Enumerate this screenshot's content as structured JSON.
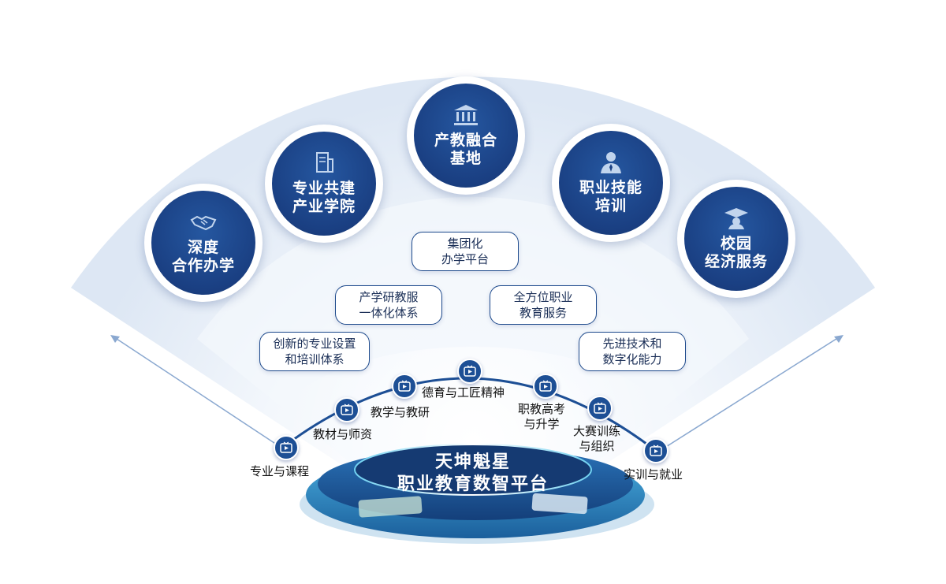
{
  "outer_circles": [
    {
      "key": "deep-cooperation",
      "icon": "handshake-icon",
      "lines": [
        "深度",
        "合作办学"
      ]
    },
    {
      "key": "industry-college",
      "icon": "document-icon",
      "lines": [
        "专业共建",
        "产业学院"
      ]
    },
    {
      "key": "industry-base",
      "icon": "institution-building-icon",
      "lines": [
        "产教融合",
        "基地"
      ]
    },
    {
      "key": "skills-training",
      "icon": "person-tie-icon",
      "lines": [
        "职业技能",
        "培训"
      ]
    },
    {
      "key": "campus-services",
      "icon": "graduation-cap-icon",
      "lines": [
        "校园",
        "经济服务"
      ]
    }
  ],
  "pills": [
    {
      "key": "group-platform",
      "lines": [
        "集团化",
        "办学平台"
      ]
    },
    {
      "key": "integration-system",
      "lines": [
        "产学研教服",
        "一体化体系"
      ]
    },
    {
      "key": "career-services",
      "lines": [
        "全方位职业",
        "教育服务"
      ]
    },
    {
      "key": "innovative-majors",
      "lines": [
        "创新的专业设置",
        "和培训体系"
      ]
    },
    {
      "key": "advanced-tech",
      "lines": [
        "先进技术和",
        "数字化能力"
      ]
    }
  ],
  "arc_nodes": [
    {
      "key": "courses",
      "icon": "screen-play-icon",
      "label": [
        "专业与课程"
      ]
    },
    {
      "key": "teaching-materials",
      "icon": "screen-play-icon",
      "label": [
        "教材与师资"
      ]
    },
    {
      "key": "teaching-research",
      "icon": "screen-play-icon",
      "label": [
        "教学与教研"
      ]
    },
    {
      "key": "craftsman-spirit",
      "icon": "screen-play-icon",
      "label": [
        "德育与工匠精神"
      ]
    },
    {
      "key": "college-entrance",
      "icon": "screen-play-icon",
      "label": [
        "职教高考",
        "与升学"
      ]
    },
    {
      "key": "competitions",
      "icon": "screen-play-icon",
      "label": [
        "大赛训练",
        "与组织"
      ]
    },
    {
      "key": "employment",
      "icon": "screen-play-icon",
      "label": [
        "实训与就业"
      ]
    }
  ],
  "platform": {
    "title_lines": [
      "天坤魁星",
      "职业教育数智平台"
    ]
  },
  "colors": {
    "navy": "#1a3f82",
    "accent": "#1d4f95",
    "fan": "#e3ecf7",
    "arrow": "#8aa8d0"
  }
}
